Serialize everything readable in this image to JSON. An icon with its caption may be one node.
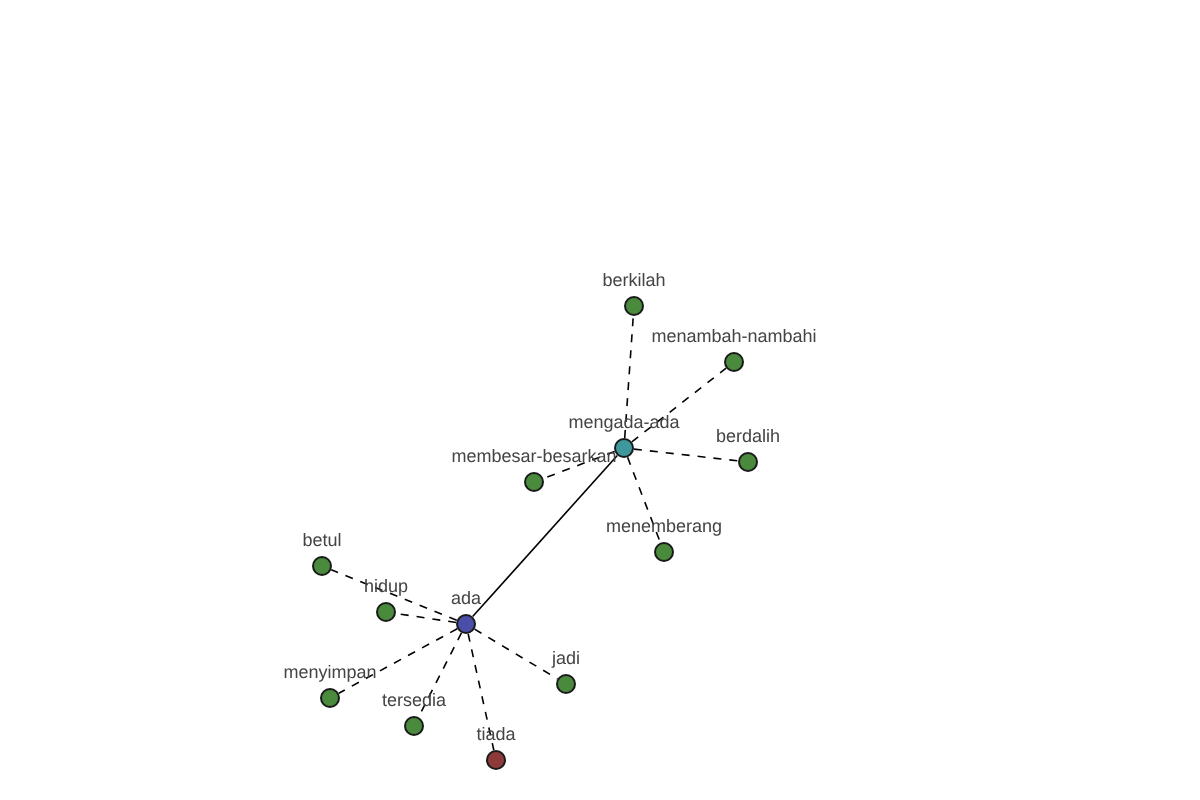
{
  "diagram": {
    "nodes": [
      {
        "text": [
          "berkilah"
        ]
      },
      {
        "text": [
          "menambah-nambahi"
        ]
      },
      {
        "text": [
          "mengada-ada"
        ]
      },
      {
        "text": [
          "berdalih"
        ]
      },
      {
        "text": [
          "membesar-besarkan"
        ]
      },
      {
        "text": [
          "menemberang"
        ]
      },
      {
        "text": [
          "betul"
        ]
      },
      {
        "text": [
          "hidup"
        ]
      },
      {
        "text": [
          "ada"
        ]
      },
      {
        "text": [
          "jadi"
        ]
      },
      {
        "text": [
          "menyimpan"
        ]
      },
      {
        "text": [
          "tersedia"
        ]
      },
      {
        "text": [
          "tiada"
        ]
      }
    ],
    "edges": [
      {
        "from": 2,
        "to": 0,
        "arrow": "none",
        "style": "dashed"
      },
      {
        "from": 2,
        "to": 1,
        "arrow": "none",
        "style": "dashed"
      },
      {
        "from": 2,
        "to": 3,
        "arrow": "none",
        "style": "dashed"
      },
      {
        "from": 2,
        "to": 4,
        "arrow": "none",
        "style": "dashed"
      },
      {
        "from": 2,
        "to": 5,
        "arrow": "none",
        "style": "dashed"
      },
      {
        "from": 8,
        "to": 2,
        "arrow": "none"
      },
      {
        "from": 8,
        "to": 6,
        "arrow": "none",
        "style": "dashed"
      },
      {
        "from": 8,
        "to": 7,
        "arrow": "none",
        "style": "dashed"
      },
      {
        "from": 8,
        "to": 9,
        "arrow": "none",
        "style": "dashed"
      },
      {
        "from": 8,
        "to": 10,
        "arrow": "none",
        "style": "dashed"
      },
      {
        "from": 8,
        "to": 11,
        "arrow": "none",
        "style": "dashed"
      },
      {
        "from": 8,
        "to": 12,
        "arrow": "none",
        "style": "dashed"
      }
    ]
  }
}
